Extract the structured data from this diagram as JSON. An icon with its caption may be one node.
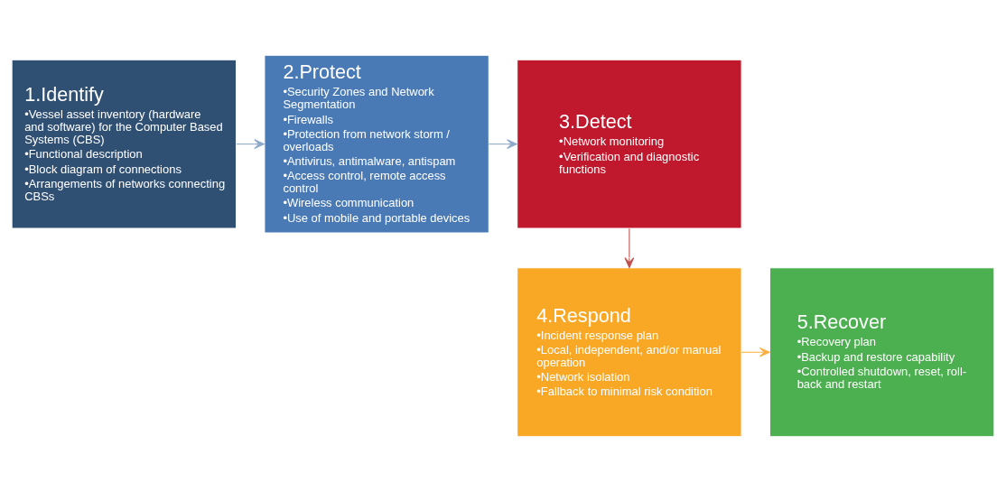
{
  "diagram": {
    "nodes": [
      {
        "text": [
          "1.Identify",
          "•Vessel asset inventory (hardware and software) for the Computer Based Systems (CBS)",
          "•Functional description",
          "•Block diagram of connections",
          "•Arrangements of networks connecting CBSs"
        ]
      },
      {
        "text": [
          "2.Protect",
          "•Security Zones and Network Segmentation",
          "•Firewalls",
          "•Protection from network storm / overloads",
          "•Antivirus, antimalware, antispam",
          "•Access control, remote access control",
          "•Wireless communication",
          "•Use of mobile and portable devices"
        ]
      },
      {
        "text": [
          "3.Detect",
          "•Network monitoring",
          "•Verification and diagnostic functions"
        ]
      },
      {
        "text": [
          "4.Respond",
          "•Incident response plan",
          "•Local, independent, and/or manual operation",
          "•Network isolation",
          "•Fallback to minimal risk condition"
        ]
      },
      {
        "text": [
          "5.Recover",
          "•Recovery plan",
          "•Backup and restore capability",
          "•Controlled shutdown, reset, roll-back and restart"
        ]
      }
    ],
    "edges": [
      {
        "from": 0,
        "to": 1,
        "arrow": "to"
      },
      {
        "from": 1,
        "to": 2,
        "arrow": "to"
      },
      {
        "from": 2,
        "to": 3,
        "arrow": "to",
        "color": "#c0504d"
      },
      {
        "from": 3,
        "to": 4,
        "arrow": "to",
        "color": "#fbb040"
      }
    ]
  }
}
